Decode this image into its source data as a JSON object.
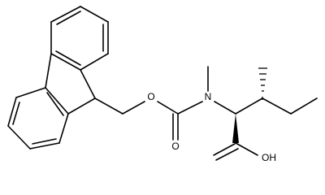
{
  "structure": {
    "atom_labels": {
      "ester_oxygen": "O",
      "carbonyl_oxygen": "O",
      "nitrogen": "N",
      "hydroxyl": "OH"
    }
  }
}
